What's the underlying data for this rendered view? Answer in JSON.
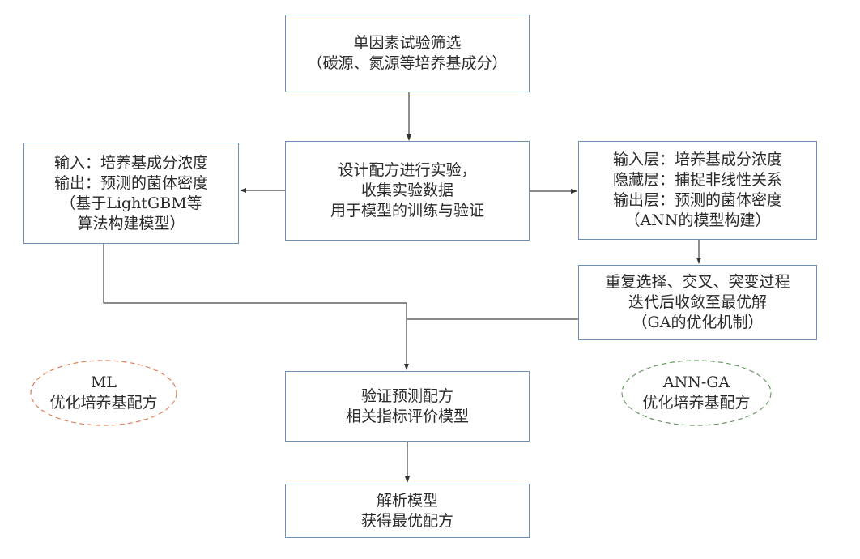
{
  "diagram": {
    "nodes": {
      "screening": {
        "lines": [
          "单因素试验筛选",
          "（碳源、氮源等培养基成分）"
        ]
      },
      "experiment": {
        "lines": [
          "设计配方进行实验，",
          "收集实验数据",
          "用于模型的训练与验证"
        ]
      },
      "ml_model": {
        "lines": [
          "输入：培养基成分浓度",
          "输出：预测的菌体密度",
          "（基于LightGBM等",
          "算法构建模型）"
        ]
      },
      "ann_model": {
        "lines": [
          "输入层：培养基成分浓度",
          "隐藏层：捕捉非线性关系",
          "输出层：预测的菌体密度",
          "（ANN的模型构建）"
        ]
      },
      "ga_optimization": {
        "lines": [
          "重复选择、交叉、突变过程",
          "迭代后收敛至最优解",
          "（GA的优化机制）"
        ]
      },
      "validation": {
        "lines": [
          "验证预测配方",
          "相关指标评价模型"
        ]
      },
      "result": {
        "lines": [
          "解析模型",
          "获得最优配方"
        ]
      }
    },
    "labels": {
      "ml": {
        "title": "ML",
        "subtitle": "优化培养基配方",
        "color": "#d9805a"
      },
      "ann_ga": {
        "title": "ANN-GA",
        "subtitle": "优化培养基配方",
        "color": "#6a9a64"
      }
    },
    "edges": [
      {
        "from": "screening",
        "to": "experiment"
      },
      {
        "from": "experiment",
        "to": "ml_model"
      },
      {
        "from": "experiment",
        "to": "ann_model"
      },
      {
        "from": "ann_model",
        "to": "ga_optimization"
      },
      {
        "from": "ml_model",
        "to": "validation"
      },
      {
        "from": "ga_optimization",
        "to": "validation"
      },
      {
        "from": "validation",
        "to": "result"
      }
    ],
    "colors": {
      "box_border": "#6e8fb8",
      "connector": "#444444"
    }
  }
}
